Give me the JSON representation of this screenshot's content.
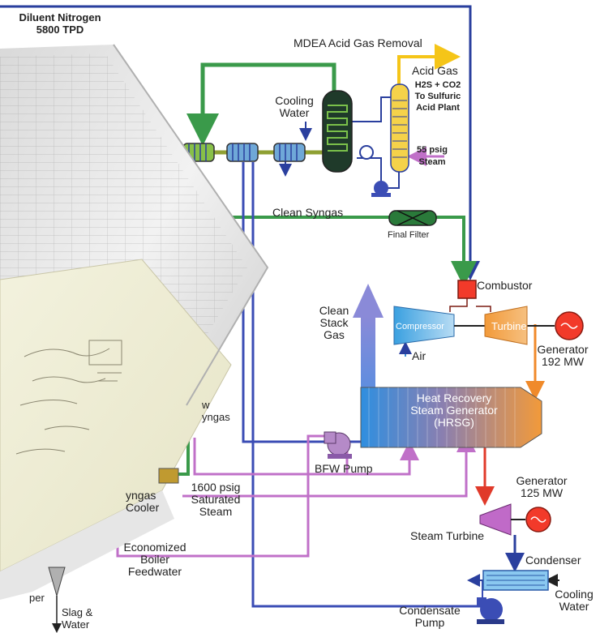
{
  "labels": {
    "nitrogen": "Diluent Nitrogen\n5800 TPD",
    "mdea": "MDEA Acid Gas Removal",
    "acid_gas": "Acid Gas",
    "acid_gas_detail": "H2S + CO2\nTo Sulfuric\nAcid Plant",
    "cooling_water_top": "Cooling\nWater",
    "steam_55": "55 psig\nSteam",
    "clean_syngas": "Clean Syngas",
    "final_filter": "Final Filter",
    "combustor": "Combustor",
    "compressor": "Compressor",
    "turbine": "Turbine",
    "air": "Air",
    "generator_192": "Generator\n192 MW",
    "clean_stack_gas": "Clean\nStack\nGas",
    "hrsg": "Heat Recovery\nSteam Generator\n(HRSG)",
    "raw_syngas": "w\nyngas",
    "bfw_pump": "BFW Pump",
    "syngas_cooler": "yngas\nCooler",
    "steam_1600": "1600 psig\nSaturated\nSteam",
    "generator_125": "Generator\n125 MW",
    "steam_turbine": "Steam Turbine",
    "economized": "Economized\nBoiler\nFeedwater",
    "condenser": "Condenser",
    "cooling_water_bottom": "Cooling\nWater",
    "condensate_pump": "Condensate\nPump",
    "slag_water": "Slag &\nWater",
    "hopper": "per"
  },
  "colors": {
    "nitrogen_line": "#2a3f9e",
    "syngas_line": "#3a9a4a",
    "acid_gas_line": "#f5c518",
    "steam_line": "#c070c8",
    "hot_steam_line": "#e03a2a",
    "water_line": "#3b4db5",
    "hrsg_hot": "#f08a2a",
    "hrsg_cold": "#3a8fd8"
  }
}
